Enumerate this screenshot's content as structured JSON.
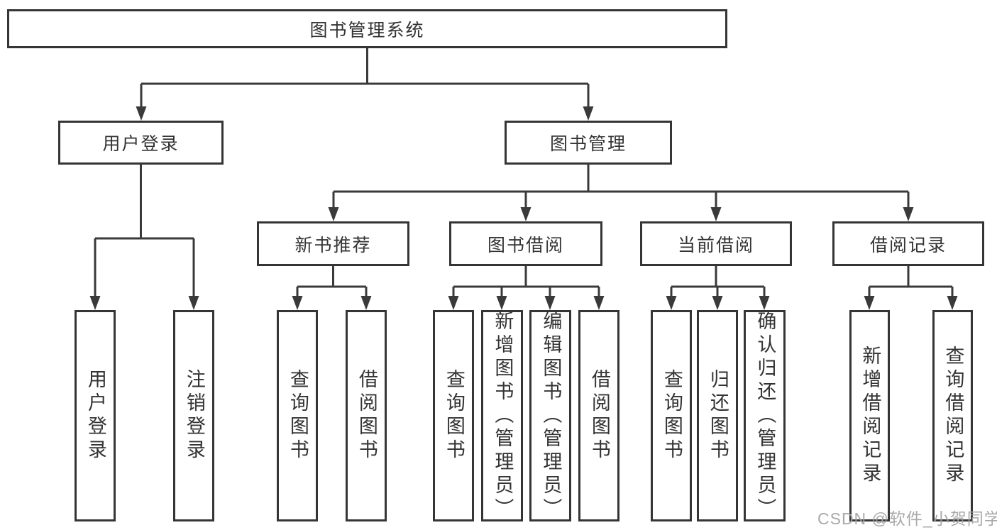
{
  "colors": {
    "background": "#ffffff",
    "line": "#3a3a3a",
    "box_border": "#353535",
    "text": "#333333",
    "watermark": "#a2a2a2"
  },
  "tree": {
    "root": {
      "label": "图书管理系统"
    },
    "branches": [
      {
        "label": "用户登录",
        "leaves": [
          "用户登录",
          "注销登录"
        ]
      },
      {
        "label": "图书管理",
        "groups": [
          {
            "label": "新书推荐",
            "leaves": [
              "查询图书",
              "借阅图书"
            ]
          },
          {
            "label": "图书借阅",
            "leaves": [
              "查询图书",
              "新增图书（管理员）",
              "编辑图书（管理员）",
              "借阅图书"
            ]
          },
          {
            "label": "当前借阅",
            "leaves": [
              "查询图书",
              "归还图书",
              "确认归还（管理员）"
            ]
          },
          {
            "label": "借阅记录",
            "leaves": [
              "新增借阅记录",
              "查询借阅记录"
            ]
          }
        ]
      }
    ]
  },
  "watermark": {
    "text": "CSDN @软件_小贺同学"
  }
}
